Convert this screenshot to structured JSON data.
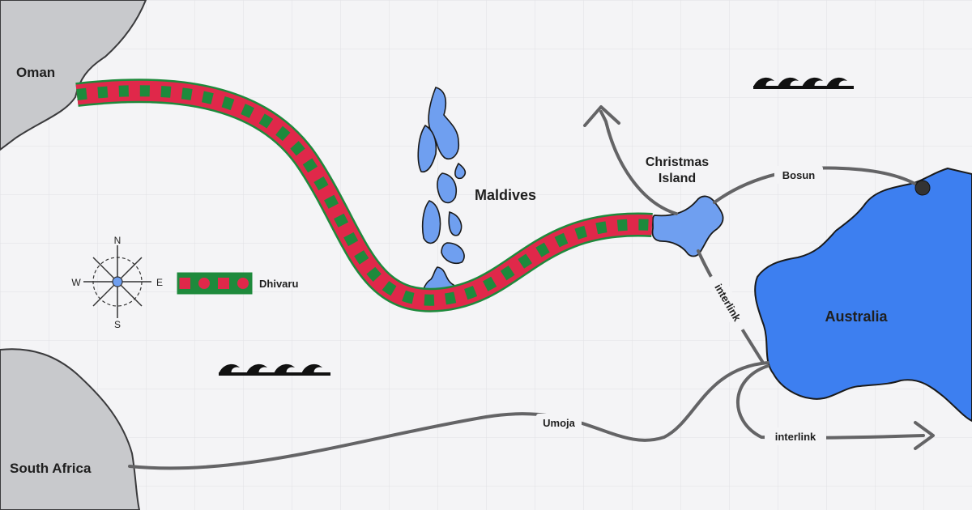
{
  "map": {
    "regions": {
      "oman": "Oman",
      "south_africa": "South Africa",
      "maldives": "Maldives",
      "christmas_island": [
        "Christmas",
        "Island"
      ],
      "australia": "Australia"
    },
    "cables": {
      "dhivaru": "Dhivaru",
      "bosun": "Bosun",
      "interlink_north": "interlink",
      "interlink_south": "interlink",
      "umoja": "Umoja"
    },
    "compass": {
      "n": "N",
      "s": "S",
      "e": "E",
      "w": "W"
    },
    "legend": {
      "label": "Dhivaru"
    },
    "colors": {
      "background": "#f4f4f6",
      "grid": "#e0e0e4",
      "landmass": "#c8c9cc",
      "island": "#6f9ff0",
      "australia": "#3d7ff0",
      "cable_gray": "#646466",
      "dhivaru_red": "#e0284a",
      "dhivaru_green": "#1e8a3c",
      "wave": "#111111"
    },
    "icons": [
      "wave-icon",
      "compass-rose-icon",
      "arrow-icon"
    ]
  }
}
